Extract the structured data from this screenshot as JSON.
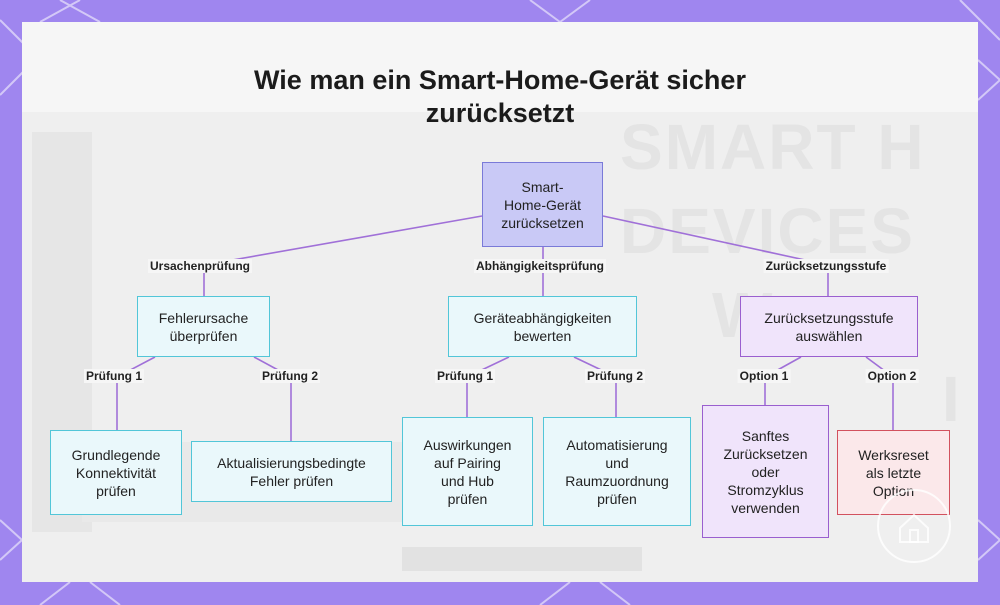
{
  "title_line1": "Wie man ein Smart-Home-Gerät sicher",
  "title_line2": "zurücksetzt",
  "background_text": [
    "SMART H",
    "DEVICES",
    "W",
    "I"
  ],
  "colors": {
    "frame": "#9f86ef",
    "panel": "#f6f6f6",
    "connector": "#a070d8",
    "root_fill": "#c9c9f6",
    "cyan_border": "#52c6d8",
    "violet_border": "#9a5fcf",
    "red_border": "#d2515e"
  },
  "nodes": {
    "root": "Smart-\nHome-Gerät\nzurücksetzen",
    "cause": "Fehlerursache\nüberprüfen",
    "dependency": "Geräteabhängigkeiten\nbewerten",
    "level": "Zurücksetzungsstufe\nauswählen",
    "connectivity": "Grundlegende\nKonnektivität\nprüfen",
    "update": "Aktualisierungsbedingte\nFehler prüfen",
    "pairing": "Auswirkungen\nauf Pairing\nund Hub\nprüfen",
    "automation": "Automatisierung\nund\nRaumzuordnung\nprüfen",
    "soft_reset": "Sanftes\nZurücksetzen\noder\nStromzyklus\nverwenden",
    "factory_reset": "Werksreset\nals letzte\nOption"
  },
  "edge_labels": {
    "root_cause": "Ursachenprüfung",
    "root_dependency": "Abhängigkeitsprüfung",
    "root_level": "Zurücksetzungsstufe",
    "cause_1": "Prüfung 1",
    "cause_2": "Prüfung 2",
    "dep_1": "Prüfung 1",
    "dep_2": "Prüfung 2",
    "level_1": "Option 1",
    "level_2": "Option 2"
  },
  "icons": {
    "logo": "house-logo-icon"
  }
}
